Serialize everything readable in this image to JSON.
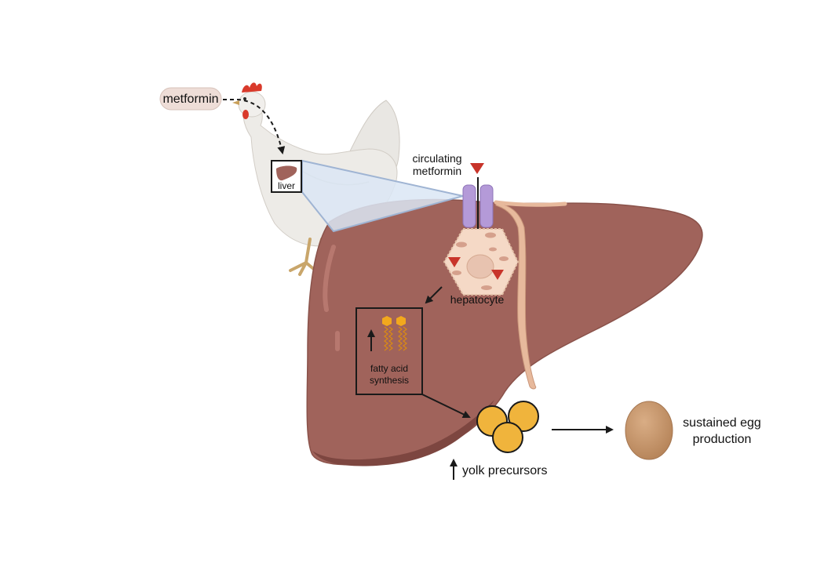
{
  "labels": {
    "metformin": "metformin",
    "liver": "liver",
    "circulating_line1": "circulating",
    "circulating_line2": "metformin",
    "hepatocyte": "hepatocyte",
    "fatty_acid_line1": "fatty acid",
    "fatty_acid_line2": "synthesis",
    "yolk_precursors": "yolk precursors",
    "egg_line1": "sustained egg",
    "egg_line2": "production"
  },
  "colors": {
    "liver": "#a0635b",
    "liver_dark": "#7d4640",
    "metformin_marker": "#c8342a",
    "transporter": "#b49ad8",
    "hepatocyte": "#f5d9c6",
    "yolk": "#f0b43c",
    "egg": "#c49468",
    "fatty_acid": "#f2a81d",
    "zoom_panel": "#dbe6f5"
  }
}
